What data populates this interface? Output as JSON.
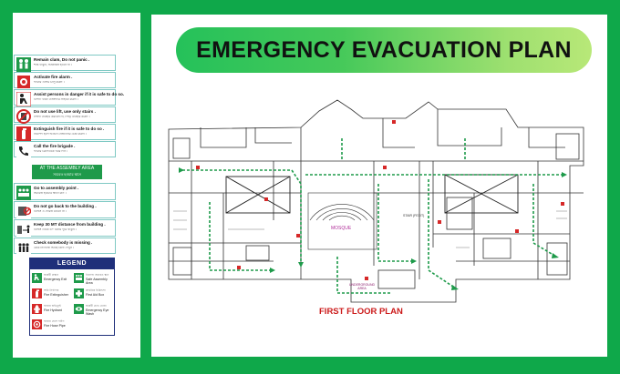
{
  "title": "EMERGENCY EVACUATION PLAN",
  "floor_label": "FIRST FLOOR PLAN",
  "plan_labels": {
    "mosque": "MOSQUE",
    "stair": "STAIR (FEXIT)",
    "area_line1": "UNDERGROUND",
    "area_line2": "AREA"
  },
  "instructions": [
    {
      "title": "Remain clam, Do not panic .",
      "sub": "শান্ত থাকুন, আতঙ্কিত হবেন না ।",
      "icon": "calm-people-icon"
    },
    {
      "title": "Activate fire alarm .",
      "sub": "ফায়ার এলার্ম চালু করুন ।",
      "icon": "fire-alarm-icon"
    },
    {
      "title": "Assist persons in danger if it is safe to do so.",
      "sub": "বিপদে থাকা ব্যক্তিদের সাহায্য করুন ।",
      "icon": "assist-person-icon"
    },
    {
      "title": "Do not use lift, use only stairs .",
      "sub": "লিফট ব্যবহার করবেন না, সিঁড়ি ব্যবহার করুন ।",
      "icon": "no-lift-icon"
    },
    {
      "title": "Extinguish fire if it is safe to do so .",
      "sub": "নিরাপদ হলে আগুন নেভানোর চেষ্টা করুন ।",
      "icon": "extinguisher-icon"
    },
    {
      "title": "Call the fire brigade .",
      "sub": "ফায়ার ব্রিগেডকে খবর দিন ।",
      "icon": "phone-icon"
    },
    {
      "title": "Go to assembly point .",
      "sub": "সমবেত হওয়ার স্থানে যান ।",
      "icon": "assembly-point-icon"
    },
    {
      "title": "Do not go back to the building .",
      "sub": "বিল্ডিং এ ফেরত যাবেন না ।",
      "icon": "no-return-icon"
    },
    {
      "title": "Keep 30 MT distance from building .",
      "sub": "বিল্ডিং থেকে ৩০ মিটার দূরে থাকুন ।",
      "icon": "distance-icon"
    },
    {
      "title": "Check somebody is missing .",
      "sub": "কেউ নিখোঁজ আছে কিনা দেখুন ।",
      "icon": "headcount-icon"
    }
  ],
  "assembly_bar": {
    "line1": "AT THE ASSEMBLY AREA",
    "line2": "সমবেত হওয়ার স্থানে"
  },
  "legend": {
    "title": "LEGEND",
    "items": [
      {
        "label": "Emergency Exit",
        "sub": "জরুরী প্রস্থান",
        "icon": "exit-icon",
        "color": "#1e9a4a"
      },
      {
        "label": "Safe Assembly Area",
        "sub": "নিরাপদ সমবেত স্থান",
        "icon": "assembly-icon",
        "color": "#1e9a4a"
      },
      {
        "label": "Fire Extinguisher",
        "sub": "অগ্নি নির্বাপক",
        "icon": "fire-extinguisher-icon",
        "color": "#d62828"
      },
      {
        "label": "First Aid Box",
        "sub": "প্রাথমিক চিকিৎসা",
        "icon": "first-aid-icon",
        "color": "#1e9a4a"
      },
      {
        "label": "Fire Hydrant",
        "sub": "ফায়ার হাইড্রেন্ট",
        "icon": "fire-hydrant-icon",
        "color": "#d62828"
      },
      {
        "label": "Emergency Eye Wash",
        "sub": "জরুরী চোখ ধোয়া",
        "icon": "eye-wash-icon",
        "color": "#1e9a4a"
      },
      {
        "label": "Fire Hose Pipe",
        "sub": "ফায়ার হোস পাইপ",
        "icon": "fire-hose-icon",
        "color": "#d62828"
      }
    ]
  },
  "colors": {
    "frame_green": "#0fa84a",
    "legend_navy": "#1f2f7a",
    "exit_green": "#1e9a4a",
    "fire_red": "#d62828",
    "plan_label_red": "#cc1b1b"
  }
}
